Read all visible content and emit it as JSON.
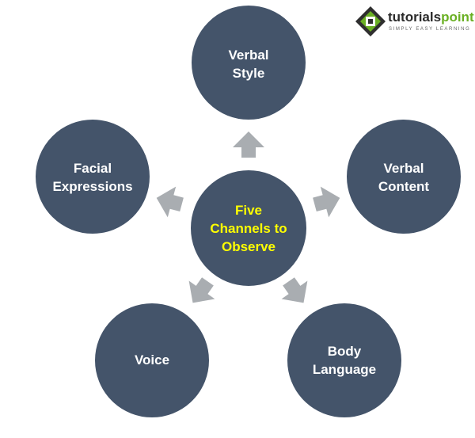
{
  "logo": {
    "name_part1": "tutorials",
    "name_part2": "point",
    "tagline": "SIMPLY EASY LEARNING",
    "accent_color": "#6ab023"
  },
  "diagram": {
    "node_color": "#44546a",
    "center_text_color": "#ffff00",
    "outer_text_color": "#ffffff",
    "arrow_color": "#a9adb1",
    "center": {
      "lines": [
        "Five",
        "Channels to",
        "Observe"
      ]
    },
    "nodes": [
      {
        "id": "verbal-style",
        "lines": [
          "Verbal",
          "Style"
        ]
      },
      {
        "id": "verbal-content",
        "lines": [
          "Verbal",
          "Content"
        ]
      },
      {
        "id": "body-language",
        "lines": [
          "Body",
          "Language"
        ]
      },
      {
        "id": "voice",
        "lines": [
          "Voice"
        ]
      },
      {
        "id": "facial-expressions",
        "lines": [
          "Facial",
          "Expressions"
        ]
      }
    ]
  }
}
